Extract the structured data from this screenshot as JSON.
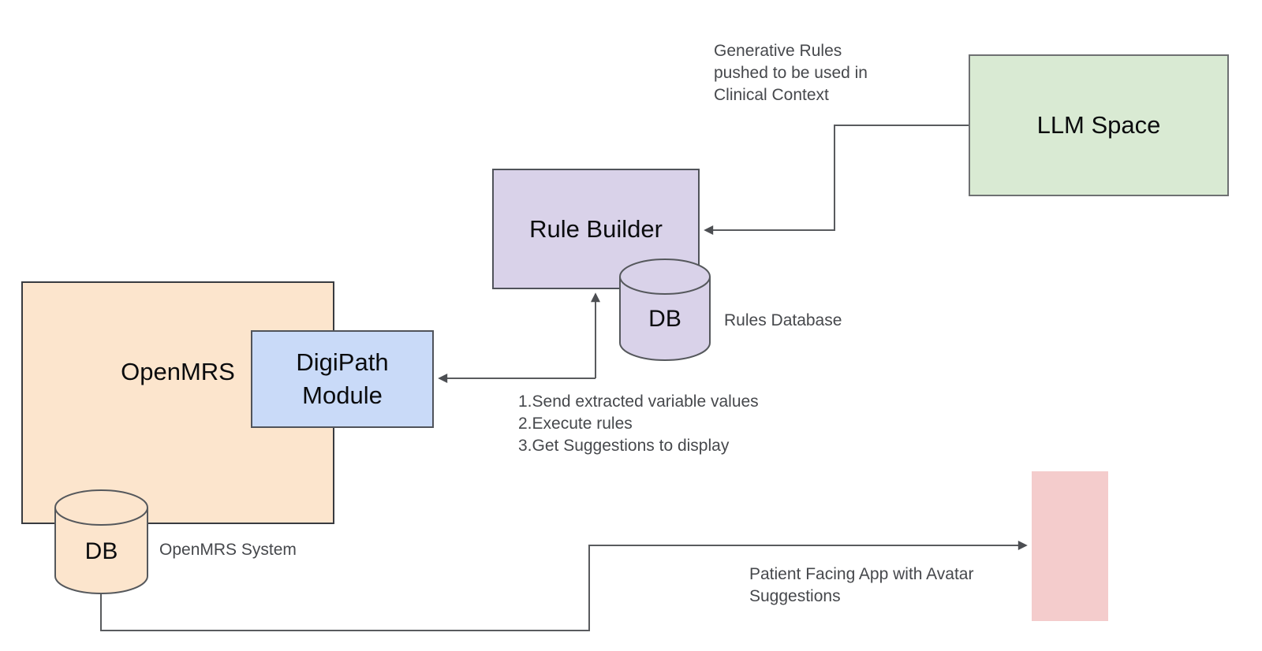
{
  "diagram_title": "OpenMRS DigiPath rules architecture diagram",
  "colors": {
    "background": "#ffffff",
    "openmrs_fill": "#fce5cd",
    "digipath_fill": "#c9daf8",
    "rule_builder_fill": "#d9d2e9",
    "llm_space_fill": "#d9ead3",
    "patient_app_fill": "#f4cccc",
    "rules_db_fill": "#d9d2e9",
    "openmrs_db_fill": "#fce5cd",
    "connector_stroke": "#595b5e",
    "box_label_text": "#0b0c0e",
    "annotation_text": "#46484c"
  },
  "boxes": {
    "openmrs": {
      "label": "OpenMRS",
      "fill": "#fce5cd"
    },
    "digipath": {
      "line1": "DigiPath",
      "line2": "Module",
      "fill": "#c9daf8"
    },
    "rule_builder": {
      "label": "Rule Builder",
      "fill": "#d9d2e9"
    },
    "llm_space": {
      "label": "LLM Space",
      "fill": "#d9ead3"
    },
    "patient_app": {
      "fill": "#f4cccc"
    }
  },
  "cylinders": {
    "rules_db": {
      "label": "DB",
      "caption": "Rules Database",
      "fill": "#d9d2e9"
    },
    "openmrs_db": {
      "label": "DB",
      "caption": "OpenMRS System",
      "fill": "#fce5cd"
    }
  },
  "annotations": {
    "generative_rules": {
      "line1": "Generative Rules",
      "line2": "pushed to be used in",
      "line3": "Clinical Context"
    },
    "steps": {
      "line1": "1.Send extracted variable values",
      "line2": "2.Execute rules",
      "line3": "3.Get Suggestions to display"
    },
    "patient_app": {
      "line1": "Patient Facing App with Avatar",
      "line2": "Suggestions"
    }
  }
}
